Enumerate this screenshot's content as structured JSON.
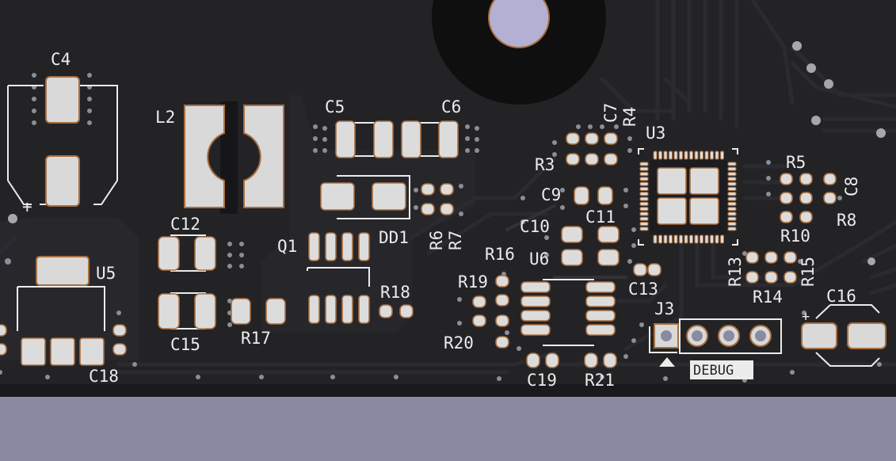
{
  "labels": {
    "c4": "C4",
    "l2": "L2",
    "c5": "C5",
    "c6": "C6",
    "c7": "C7",
    "r4": "R4",
    "u3": "U3",
    "r3": "R3",
    "c9": "C9",
    "c11": "C11",
    "c10": "C10",
    "r5": "R5",
    "c8": "C8",
    "r8": "R8",
    "r10": "R10",
    "c12": "C12",
    "q1": "Q1",
    "dd1": "DD1",
    "r6": "R6",
    "r7": "R7",
    "u5": "U5",
    "r16": "R16",
    "u6": "U6",
    "r13": "R13",
    "r15": "R15",
    "r14": "R14",
    "c13": "C13",
    "r19": "R19",
    "r18": "R18",
    "j3": "J3",
    "c16": "C16",
    "c15": "C15",
    "r17": "R17",
    "r20": "R20",
    "c18": "C18",
    "c19": "C19",
    "r21": "R21",
    "debug": "DEBUG",
    "plus_c4": "+",
    "plus_c16": "+"
  },
  "colors": {
    "board": "#232326",
    "copper_fill": "#2c2c31",
    "silkscreen": "#ececec",
    "pad": "#dcdcdc",
    "pad_edge": "#a96f3f",
    "mount_hole": "#b3b0d4",
    "background": "#8a8aa2"
  }
}
